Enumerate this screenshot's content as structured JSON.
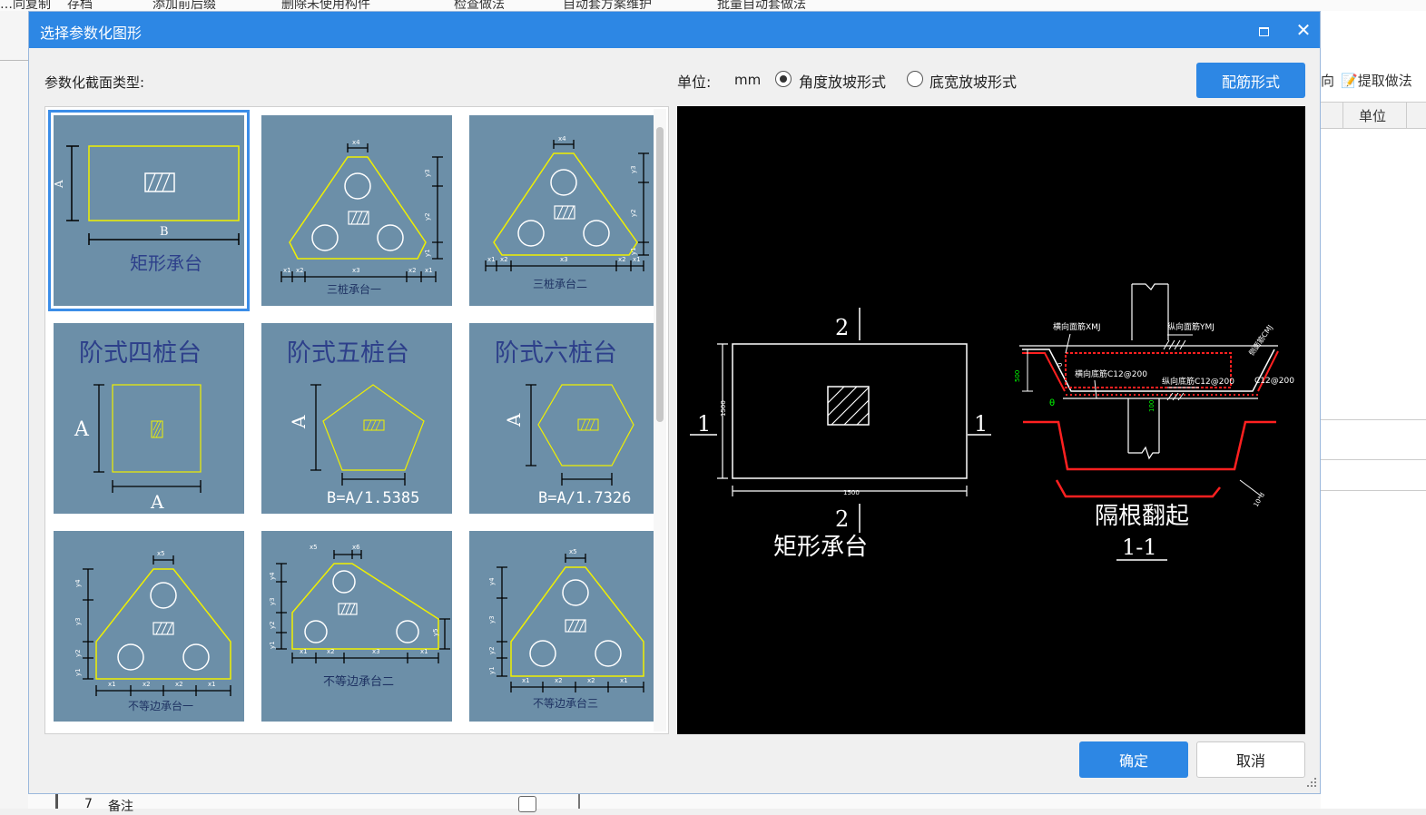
{
  "background": {
    "toolbar_items": [
      "…同复制",
      "存档",
      "添加前后缀",
      "删除未使用构件",
      "检查做法",
      "自动套方案维护",
      "批量自动套做法"
    ],
    "right_tool_label": "提取做法",
    "grid_header_unit": "单位",
    "bottom_row_index": "7",
    "bottom_row_label": "备注"
  },
  "dialog": {
    "title": "选择参数化图形",
    "section_label": "参数化截面类型:",
    "unit_label": "单位:",
    "unit_value": "mm",
    "radio_options": [
      {
        "label": "角度放坡形式",
        "checked": true
      },
      {
        "label": "底宽放坡形式",
        "checked": false
      }
    ],
    "rebar_button": "配筋形式",
    "ok_button": "确定",
    "cancel_button": "取消"
  },
  "gallery": {
    "tiles": [
      {
        "caption": "矩形承台",
        "type": "rect",
        "dims": {
          "a": "A",
          "b": "B"
        },
        "selected": true
      },
      {
        "caption": "三桩承台一",
        "type": "tri1",
        "dims": {
          "x4": "x4",
          "y1": "y1",
          "y2": "y2",
          "y3": "y3",
          "x1": "x1",
          "x2": "x2",
          "x3": "x3"
        }
      },
      {
        "caption": "三桩承台二",
        "type": "tri2",
        "dims": {
          "x4": "x4",
          "y1": "y1",
          "y2": "y2",
          "y3": "y3",
          "x1": "x1",
          "x2": "x2",
          "x3": "x3"
        }
      },
      {
        "caption": "阶式四桩台",
        "type": "step4",
        "dims": {
          "a": "A",
          "b": "A"
        }
      },
      {
        "caption": "阶式五桩台",
        "type": "step5",
        "dims": {
          "a": "A",
          "b": "B=A/1.5385"
        }
      },
      {
        "caption": "阶式六桩台",
        "type": "step6",
        "dims": {
          "a": "A",
          "b": "B=A/1.7326"
        }
      },
      {
        "caption": "不等边承台一",
        "type": "une1",
        "dims": {
          "x5": "x5",
          "y1": "y1",
          "y2": "y2",
          "y3": "y3",
          "y4": "y4",
          "x1": "x1",
          "x2": "x2"
        }
      },
      {
        "caption": "不等边承台二",
        "type": "une2",
        "dims": {
          "x5": "x5",
          "x6": "x6",
          "y1": "y1",
          "y2": "y2",
          "y3": "y3",
          "y4": "y4",
          "y5": "y5",
          "x1": "x1",
          "x2": "x2",
          "x3": "x3"
        }
      },
      {
        "caption": "不等边承台三",
        "type": "une3",
        "dims": {
          "x5": "x5",
          "y1": "y1",
          "y2": "y2",
          "y3": "y3",
          "y4": "y4",
          "x1": "x1",
          "x2": "x2"
        }
      }
    ]
  },
  "preview": {
    "plan_title": "矩形承台",
    "section_mark_top": "2",
    "section_mark_bottom": "2",
    "section_mark_left": "1",
    "section_mark_right": "1",
    "plan_width": "1500",
    "plan_height": "1500",
    "section_depth": "500",
    "section_offset": "0",
    "section_offset2": "100",
    "section_angle": "θ",
    "side_length": "10*d",
    "lbl_top_transverse": "横向面筋XMJ",
    "lbl_top_longitudinal": "纵向面筋YMJ",
    "lbl_side": "侧面筋CMJ",
    "lbl_bottom_transverse": "横向底筋C12@200",
    "lbl_bottom_longitudinal": "纵向底筋C12@200",
    "lbl_side_rebar": "C12@200",
    "section_note": "隔根翻起",
    "section_name": "1-1"
  }
}
